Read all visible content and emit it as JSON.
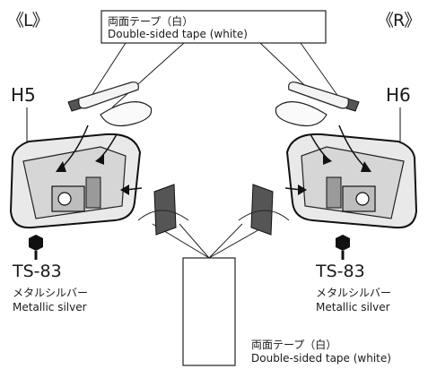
{
  "left": {
    "side_label": "《L》",
    "part_number": "H5",
    "paint": {
      "code": "TS-83",
      "name_jp": "メタルシルバー",
      "name_en": "Metallic silver"
    }
  },
  "right": {
    "side_label": "《R》",
    "part_number": "H6",
    "paint": {
      "code": "TS-83",
      "name_jp": "メタルシルバー",
      "name_en": "Metallic silver"
    }
  },
  "top_tape": {
    "label_jp": "両面テープ（白）",
    "label_en": "Double-sided tape (white)"
  },
  "bottom_tape": {
    "label_jp": "両面テープ（白）",
    "label_en": "Double-sided tape (white)"
  }
}
